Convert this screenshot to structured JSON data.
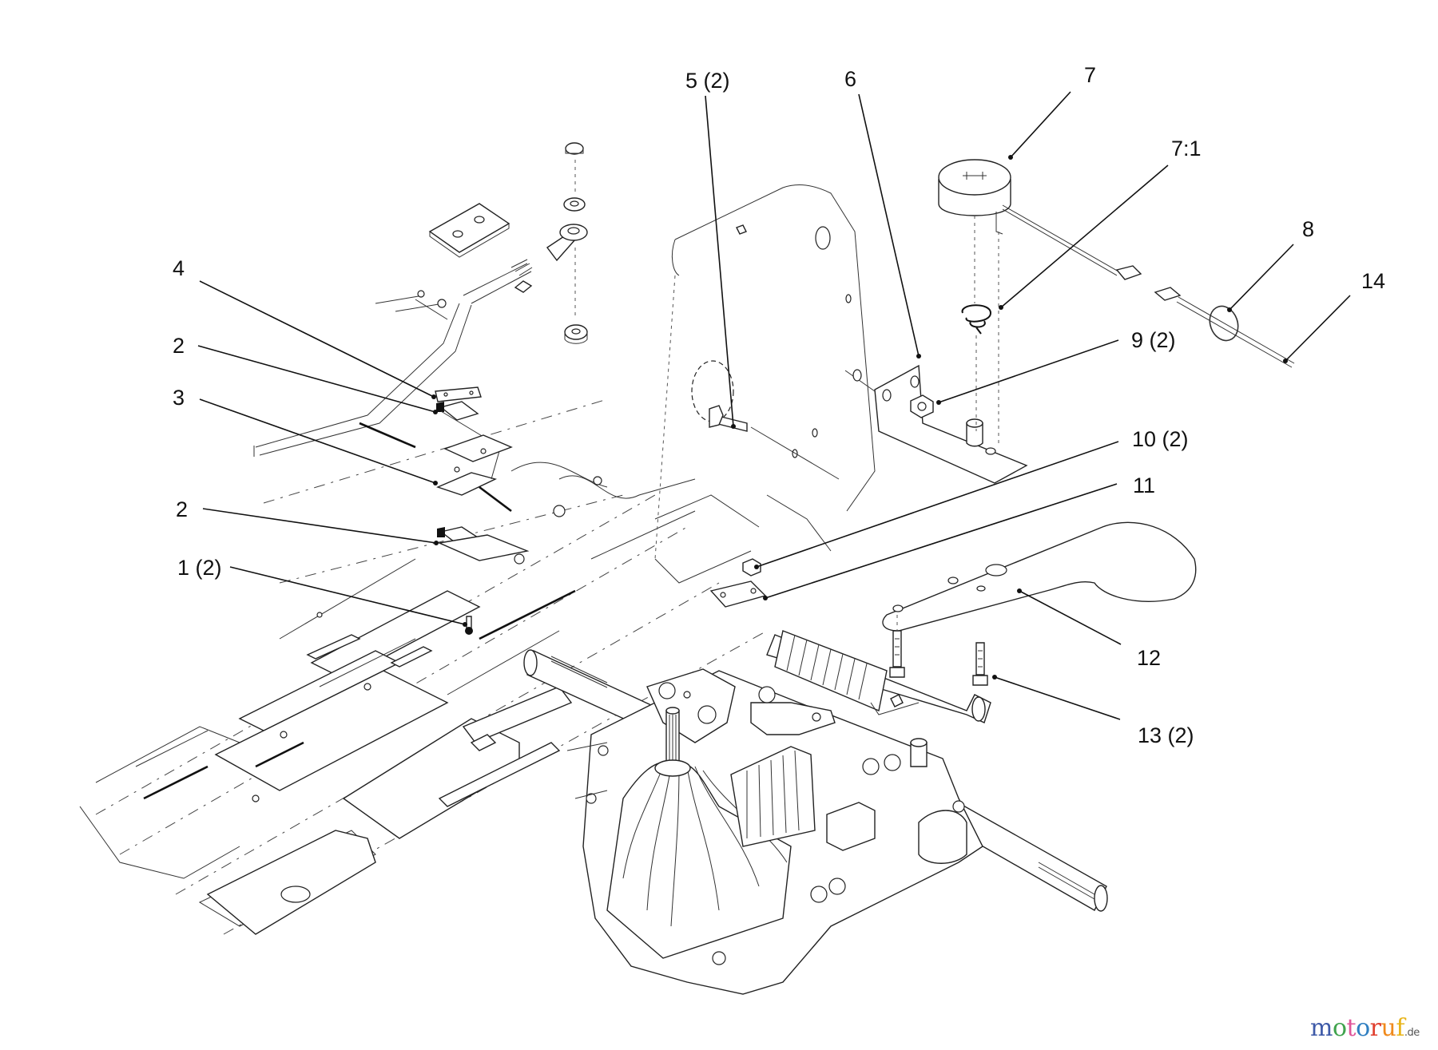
{
  "diagram": {
    "title": "Exploded parts diagram: transmission, control lever bracket and sensor assembly",
    "callouts": [
      {
        "id": "c5",
        "label": "5 (2)",
        "part": "bolt"
      },
      {
        "id": "c6",
        "label": "6",
        "part": "bracket"
      },
      {
        "id": "c7",
        "label": "7",
        "part": "sensor"
      },
      {
        "id": "c71",
        "label": "7:1",
        "part": "spring"
      },
      {
        "id": "c8",
        "label": "8",
        "part": "cable-tie"
      },
      {
        "id": "c14",
        "label": "14",
        "part": "wire-harness"
      },
      {
        "id": "c9",
        "label": "9 (2)",
        "part": "nut"
      },
      {
        "id": "c10",
        "label": "10 (2)",
        "part": "nut"
      },
      {
        "id": "c11",
        "label": "11",
        "part": "link"
      },
      {
        "id": "c12",
        "label": "12",
        "part": "lever-plate"
      },
      {
        "id": "c13",
        "label": "13 (2)",
        "part": "bolt"
      },
      {
        "id": "c4",
        "label": "4",
        "part": "plate"
      },
      {
        "id": "c2a",
        "label": "2",
        "part": "switch"
      },
      {
        "id": "c3",
        "label": "3",
        "part": "bracket"
      },
      {
        "id": "c2b",
        "label": "2",
        "part": "switch"
      },
      {
        "id": "c1",
        "label": "1 (2)",
        "part": "screw"
      }
    ]
  },
  "watermark": {
    "letters": [
      {
        "ch": "m",
        "color": "#3e5aa8"
      },
      {
        "ch": "o",
        "color": "#3fa34d"
      },
      {
        "ch": "t",
        "color": "#e0559a"
      },
      {
        "ch": "o",
        "color": "#2f7fc1"
      },
      {
        "ch": "r",
        "color": "#e0402f"
      },
      {
        "ch": "u",
        "color": "#f08a1c"
      },
      {
        "ch": "f",
        "color": "#e8b418"
      }
    ],
    "tld": ".de"
  }
}
